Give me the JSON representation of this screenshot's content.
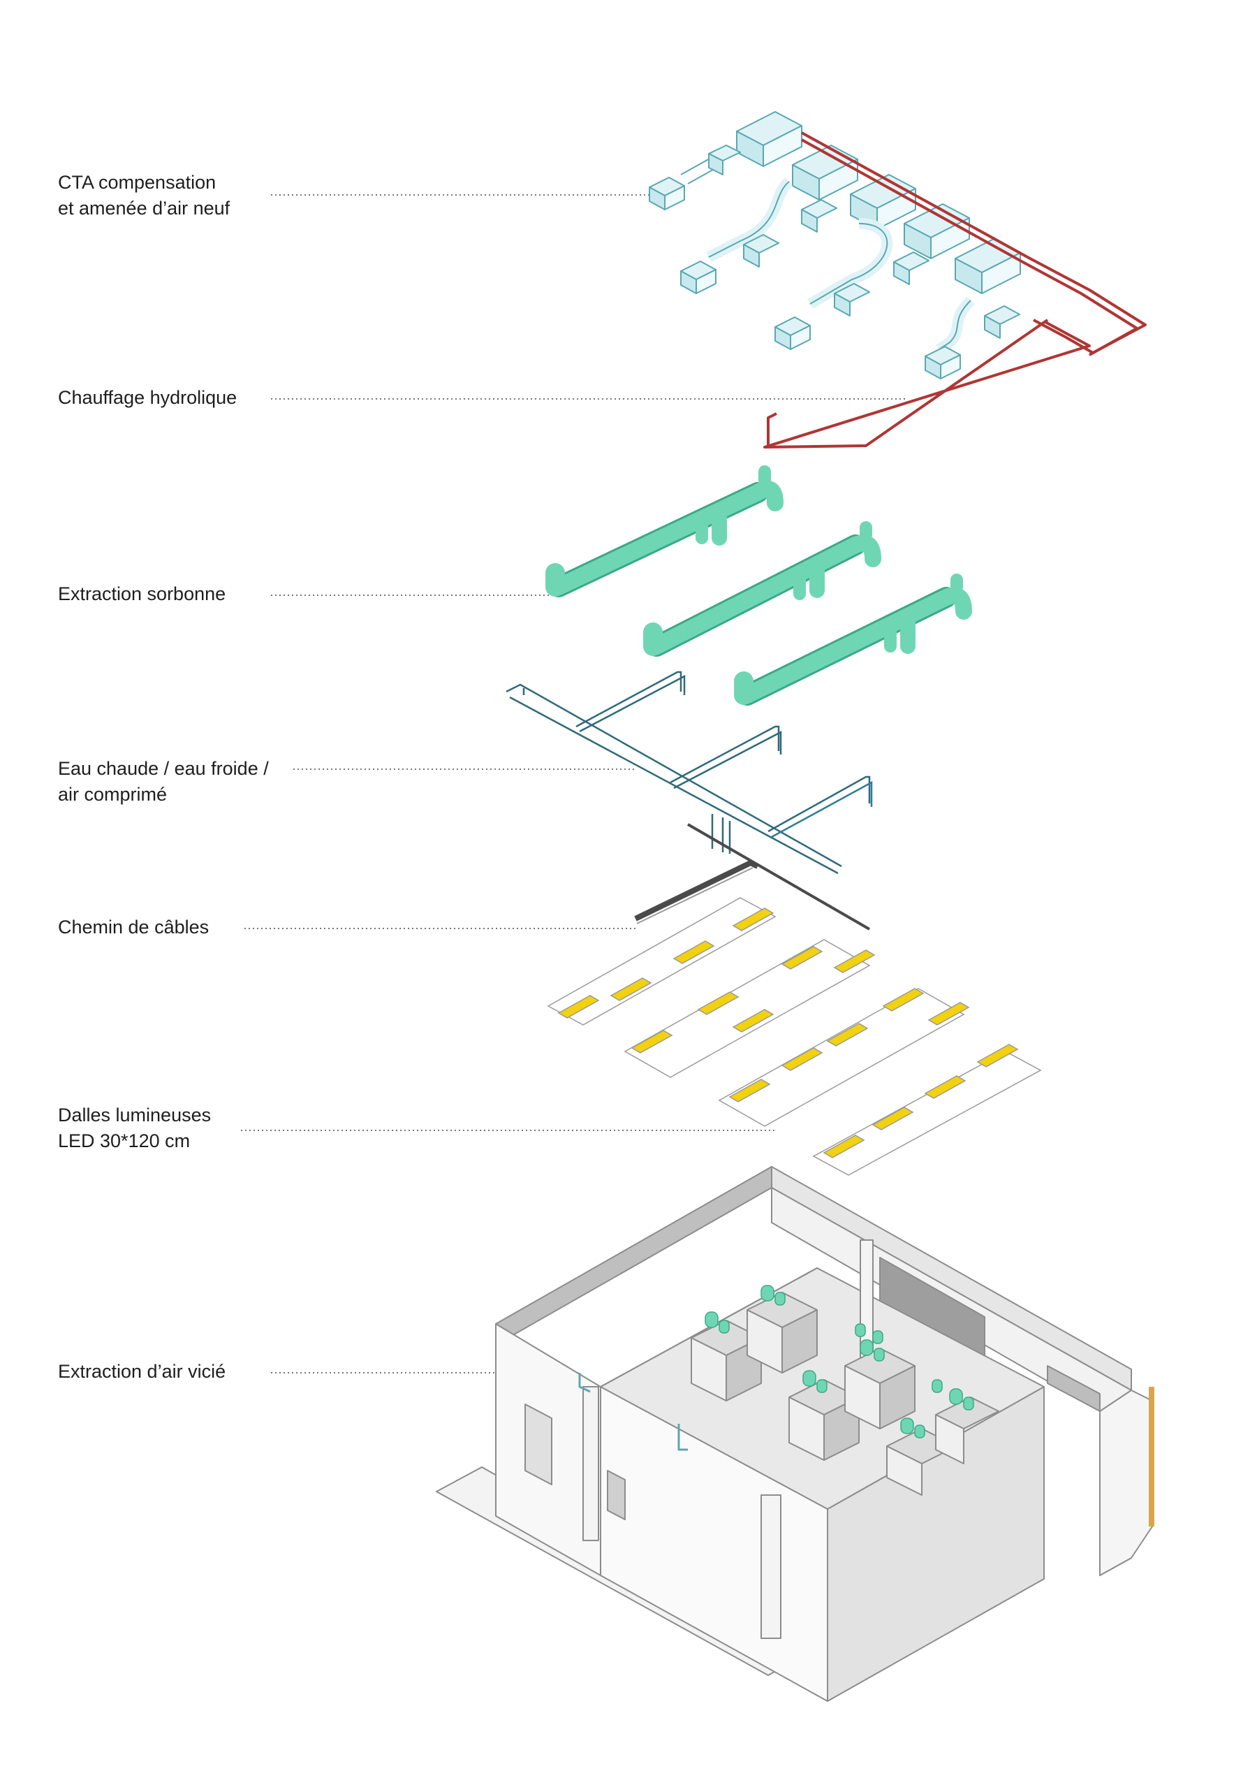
{
  "layers": [
    {
      "id": "cta",
      "lines": [
        "CTA compensation",
        "et amenée d’air neuf"
      ]
    },
    {
      "id": "heating",
      "lines": [
        "Chauffage hydrolique"
      ]
    },
    {
      "id": "fume-hood",
      "lines": [
        "Extraction sorbonne"
      ]
    },
    {
      "id": "water",
      "lines": [
        "Eau chaude / eau froide /",
        "air comprimé"
      ]
    },
    {
      "id": "cable-tray",
      "lines": [
        "Chemin de câbles"
      ]
    },
    {
      "id": "led-panels",
      "lines": [
        "Dalles lumineuses",
        "LED 30*120 cm"
      ]
    },
    {
      "id": "exhaust",
      "lines": [
        "Extraction d’air vicié"
      ]
    }
  ],
  "colors": {
    "duct_fill": "#dff3f6",
    "duct_stroke": "#5aa7b2",
    "heating_pipe": "#b03535",
    "fume_extraction": "#6fd6b4",
    "fume_extraction_dark": "#3aa987",
    "water_pipe": "#2f6a7a",
    "cable_tray": "#4a4a4a",
    "led_panel": "#f2d10e",
    "leader_line": "#777777",
    "building": "#8c8c8c"
  }
}
